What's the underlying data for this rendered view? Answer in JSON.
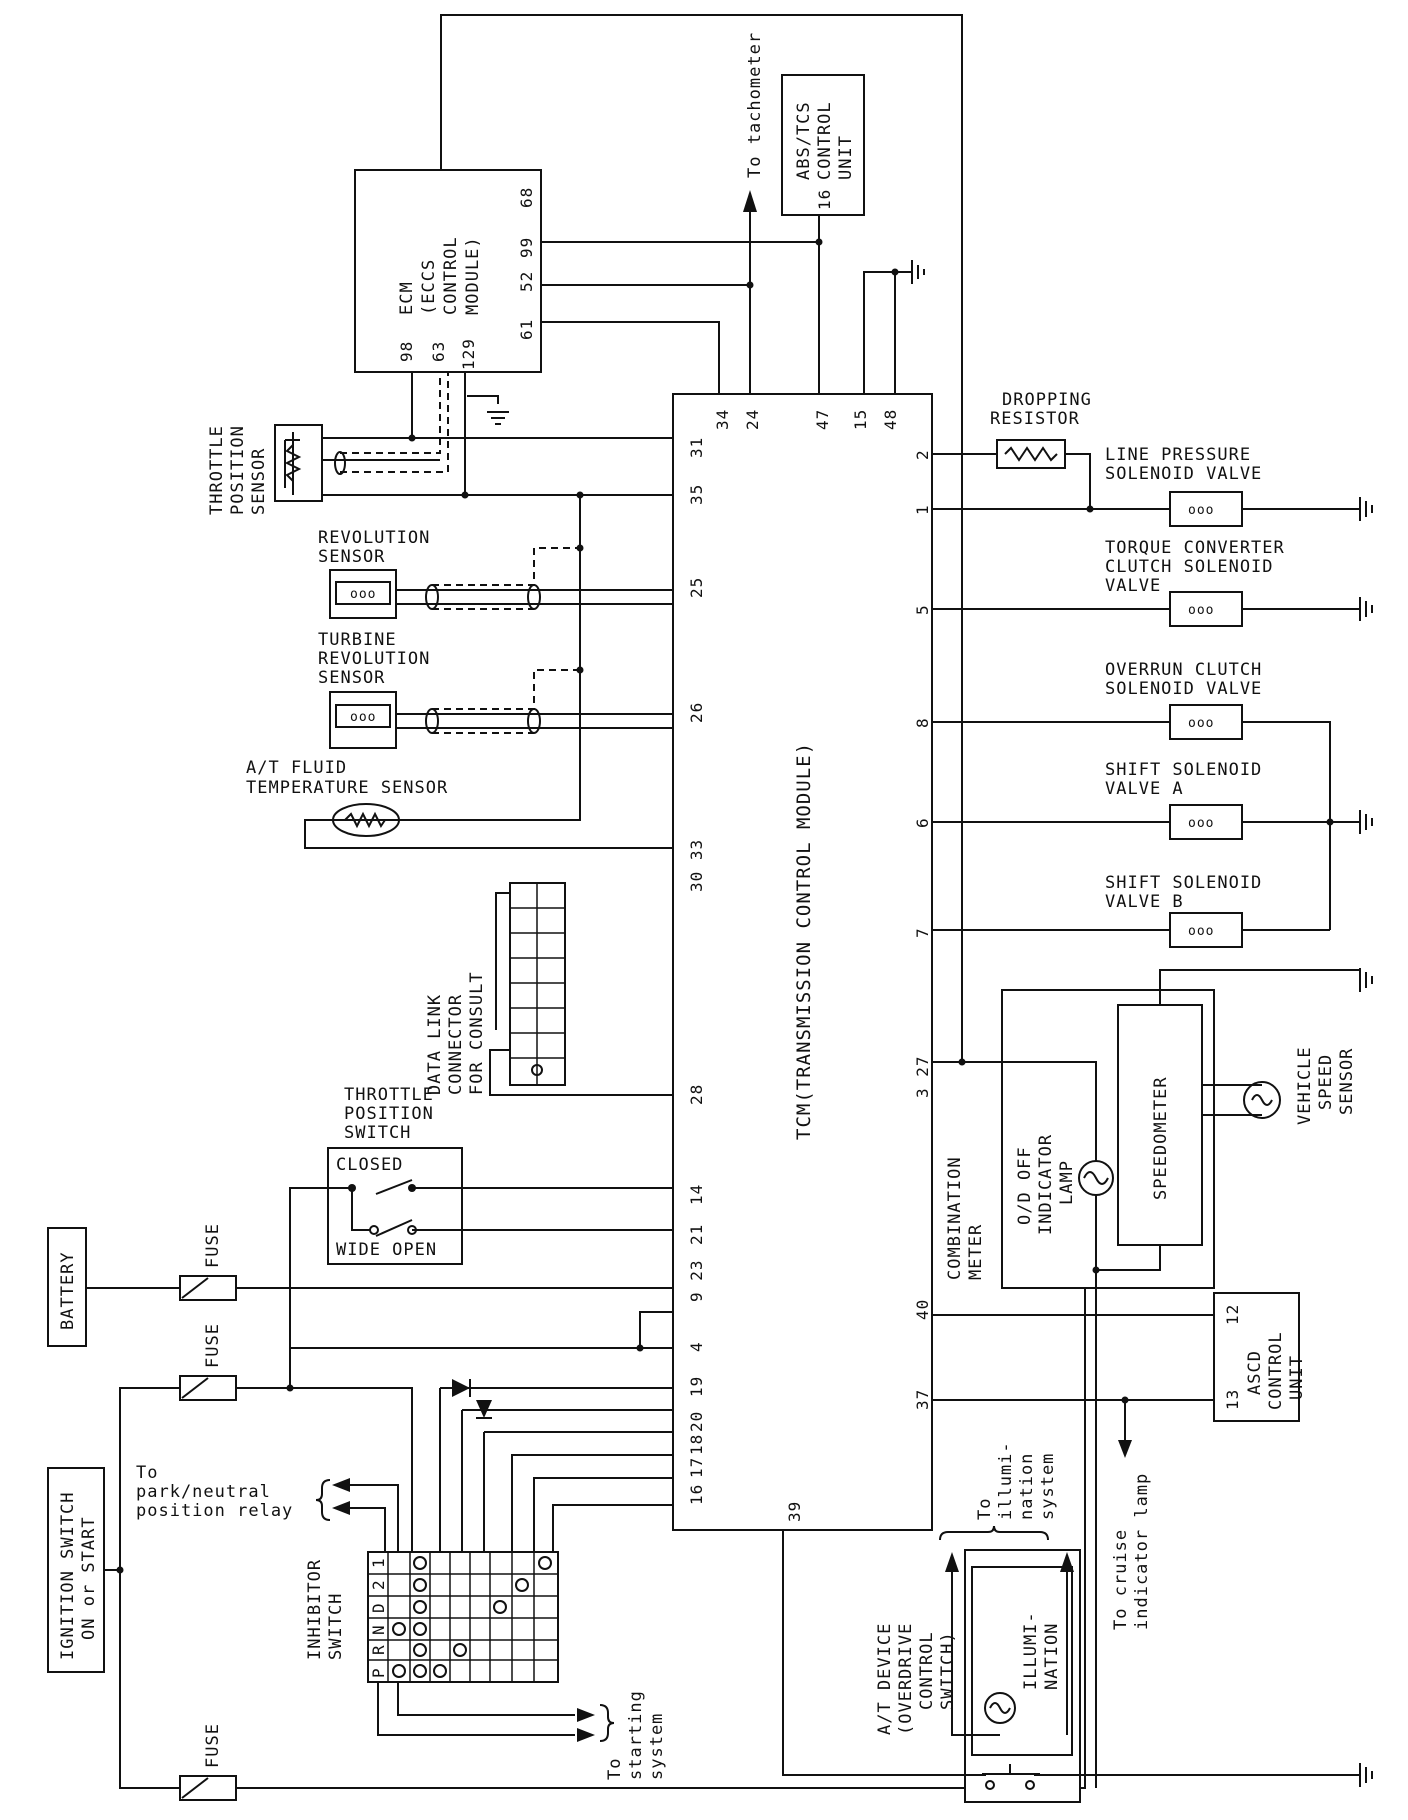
{
  "tcm": {
    "label": "TCM(TRANSMISSION CONTROL MODULE)"
  },
  "ecm": {
    "line1": "ECM",
    "line2": "(ECCS",
    "line3": "CONTROL",
    "line4": "MODULE)"
  },
  "ecm_pins": [
    "98",
    "63",
    "129",
    "61",
    "52",
    "99",
    "68"
  ],
  "abs": {
    "line1": "ABS/TCS",
    "line2": "CONTROL",
    "line3": "UNIT",
    "pin": "16"
  },
  "tachometer": "To tachometer",
  "tcm_top_pins": [
    "34",
    "24",
    "47",
    "15",
    "48"
  ],
  "tcm_left_pins": [
    "31",
    "35",
    "25",
    "26",
    "30 33",
    "28",
    "14",
    "21",
    "9 23",
    "4",
    "19",
    "20",
    "18",
    "17",
    "16"
  ],
  "tcm_right_pins": [
    "2",
    "1",
    "5",
    "8",
    "6",
    "7",
    "3 27",
    "40",
    "37"
  ],
  "tcm_bottom_pin": "39",
  "throttle_sensor": {
    "line1": "THROTTLE",
    "line2": "POSITION",
    "line3": "SENSOR"
  },
  "revolution_sensor": {
    "line1": "REVOLUTION",
    "line2": "SENSOR"
  },
  "turbine_sensor": {
    "line1": "TURBINE",
    "line2": "REVOLUTION",
    "line3": "SENSOR"
  },
  "fluid_sensor": {
    "line1": "A/T FLUID",
    "line2": "TEMPERATURE SENSOR"
  },
  "data_link": {
    "line1": "DATA LINK",
    "line2": "CONNECTOR",
    "line3": "FOR CONSULT"
  },
  "throttle_switch": {
    "line1": "THROTTLE",
    "line2": "POSITION",
    "line3": "SWITCH",
    "closed": "CLOSED",
    "wide_open": "WIDE OPEN"
  },
  "battery": "BATTERY",
  "fuse": "FUSE",
  "ignition": {
    "line1": "IGNITION SWITCH",
    "line2": "ON or START"
  },
  "park_relay": {
    "line1": "To",
    "line2": "park/neutral",
    "line3": "position relay"
  },
  "inhibitor": {
    "line1": "INHIBITOR",
    "line2": "SWITCH",
    "positions": [
      "P",
      "R",
      "N",
      "D",
      "2",
      "1"
    ]
  },
  "starting": {
    "line1": "To",
    "line2": "starting",
    "line3": "system"
  },
  "dropping_resistor": {
    "line1": "DROPPING",
    "line2": "RESISTOR"
  },
  "line_pressure": {
    "line1": "LINE PRESSURE",
    "line2": "SOLENOID VALVE"
  },
  "torque_converter": {
    "line1": "TORQUE CONVERTER",
    "line2": "CLUTCH SOLENOID",
    "line3": "VALVE"
  },
  "overrun": {
    "line1": "OVERRUN CLUTCH",
    "line2": "SOLENOID VALVE"
  },
  "shift_a": {
    "line1": "SHIFT SOLENOID",
    "line2": "VALVE A"
  },
  "shift_b": {
    "line1": "SHIFT SOLENOID",
    "line2": "VALVE B"
  },
  "combination_meter": {
    "line1": "COMBINATION",
    "line2": "METER"
  },
  "od_lamp": {
    "line1": "O/D OFF",
    "line2": "INDICATOR",
    "line3": "LAMP"
  },
  "speedometer": "SPEEDOMETER",
  "vehicle_speed": {
    "line1": "VEHICLE",
    "line2": "SPEED",
    "line3": "SENSOR"
  },
  "ascd": {
    "line1": "ASCD",
    "line2": "CONTROL",
    "line3": "UNIT",
    "pin_top": "12",
    "pin_bottom": "13"
  },
  "cruise": {
    "line1": "To cruise",
    "line2": "indicator lamp"
  },
  "illumination_to": {
    "line1": "To",
    "line2": "illumi-",
    "line3": "nation",
    "line4": "system"
  },
  "illumination_box": {
    "line1": "ILLUMI-",
    "line2": "NATION"
  },
  "at_device": {
    "line1": "A/T DEVICE",
    "line2": "(OVERDRIVE",
    "line3": "CONTROL",
    "line4": "SWITCH)"
  }
}
